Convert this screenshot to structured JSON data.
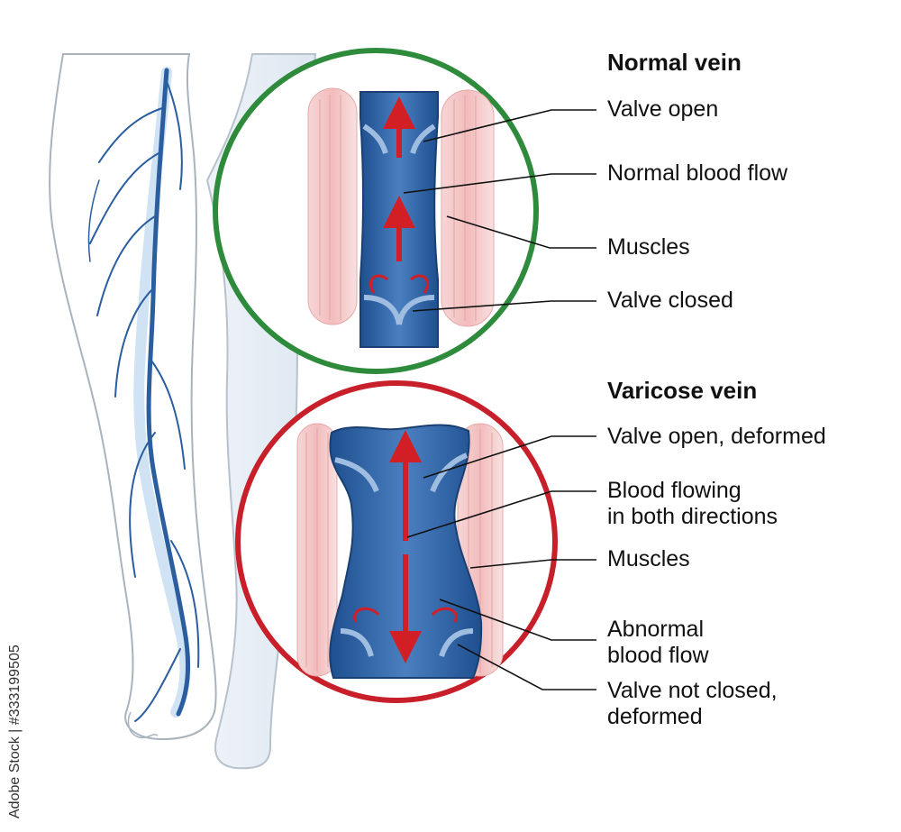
{
  "normal": {
    "heading": "Normal vein",
    "labels": [
      "Valve open",
      "Normal blood flow",
      "Muscles",
      "Valve closed"
    ],
    "ring_color": "#2e8b3c"
  },
  "varicose": {
    "heading": "Varicose vein",
    "labels": [
      "Valve open, deformed",
      "Blood flowing\nin both directions",
      "Muscles",
      "Abnormal\nblood flow",
      "Valve not closed,\ndeformed"
    ],
    "ring_color": "#c8202a"
  },
  "credit": "Adobe Stock | #333199505",
  "colors": {
    "vein": "#2b5e9e",
    "vein_light": "#6f9fd6",
    "muscle": "#f4c9c9",
    "arrow": "#d21f26",
    "leg_outline": "#a9b3bd"
  }
}
